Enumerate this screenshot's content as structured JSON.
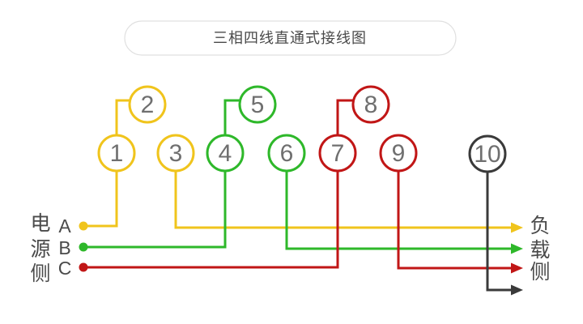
{
  "title": "三相四线直通式接线图",
  "colors": {
    "phase_a": "#f0c41c",
    "phase_b": "#2eb82a",
    "phase_c": "#c11616",
    "neutral": "#3a3a3a",
    "terminal_number": "#6f6f6f",
    "label": "#4a4a4a",
    "pill_border": "#e0e0e0"
  },
  "source_side": {
    "label_chars": [
      "电",
      "源",
      "侧"
    ],
    "phase_labels": [
      "A",
      "B",
      "C"
    ]
  },
  "load_side": {
    "label_chars": [
      "负",
      "载",
      "侧"
    ]
  },
  "terminals": [
    {
      "number": "1",
      "phase": "A"
    },
    {
      "number": "2",
      "phase": "A"
    },
    {
      "number": "3",
      "phase": "A"
    },
    {
      "number": "4",
      "phase": "B"
    },
    {
      "number": "5",
      "phase": "B"
    },
    {
      "number": "6",
      "phase": "B"
    },
    {
      "number": "7",
      "phase": "C"
    },
    {
      "number": "8",
      "phase": "C"
    },
    {
      "number": "9",
      "phase": "C"
    },
    {
      "number": "10",
      "phase": "N"
    }
  ]
}
